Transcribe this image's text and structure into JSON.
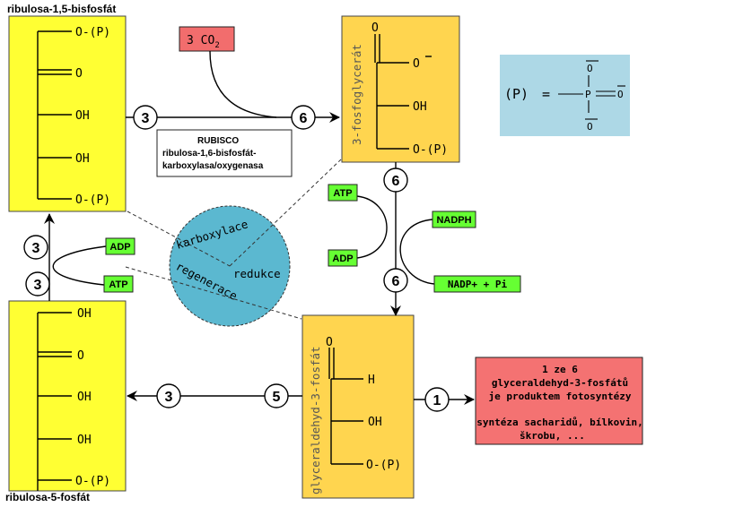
{
  "labels": {
    "rubp_title": "ribulosa-1,5-bisfosfát",
    "ru5p_title": "ribulosa-5-fosfát",
    "pga_title": "3-fosfoglycerát",
    "g3p_title": "glyceraldehyd-3-fosfát"
  },
  "rubp_groups": [
    "O-(P)",
    "O",
    "OH",
    "OH",
    "O-(P)"
  ],
  "ru5p_groups": [
    "OH",
    "O",
    "OH",
    "OH",
    "O-(P)"
  ],
  "pga_groups": {
    "top_o": "O",
    "carboxylate": "O",
    "oh": "OH",
    "phosphate": "O-(P)"
  },
  "g3p_groups": {
    "top_o": "O",
    "h": "H",
    "oh": "OH",
    "phosphate": "O-(P)"
  },
  "co2": {
    "coefficient": "3 CO",
    "subscript": "2"
  },
  "rubisco": {
    "line1": "RUBISCO",
    "line2": "ribulosa-1,6-bisfosfát-",
    "line3": "karboxylasa/oxygenasa"
  },
  "counts": {
    "carboxylation_in": "3",
    "carboxylation_out": "6",
    "pga_out": "6",
    "g3p_in": "6",
    "g3p_to_regen": "5",
    "regen_out": "3",
    "product": "1",
    "ru5p_in": "3",
    "rubp_out": "3"
  },
  "cofactors": {
    "atp_reduction": "ATP",
    "adp_reduction": "ADP",
    "nadph": "NADPH",
    "nadp": "NADP+ + Pi",
    "adp_regen": "ADP",
    "atp_regen": "ATP"
  },
  "phases": {
    "carboxylation": "karboxylace",
    "reduction": "redukce",
    "regeneration": "regenerace"
  },
  "phosphate_legend": {
    "symbol": "(P)",
    "equals": "=",
    "o_top": "O",
    "p": "P",
    "o_right": "O",
    "o_bottom": "O"
  },
  "product_box": {
    "line1": "1 ze 6",
    "line2": "glyceraldehyd-3-fosfátů",
    "line3": "je produktem fotosyntézy",
    "line4": "syntéza sacharidů, bílkovin,",
    "line5": "škrobu, ..."
  },
  "colors": {
    "sugar_yellow": "#ffff33",
    "acid_orange": "#ffd54f",
    "co2_red": "#f26d6d",
    "product_red": "#f47272",
    "cofactor_green": "#66ff33",
    "legend_blue": "#add8e6",
    "cycle_teal": "#5bb8d0"
  }
}
